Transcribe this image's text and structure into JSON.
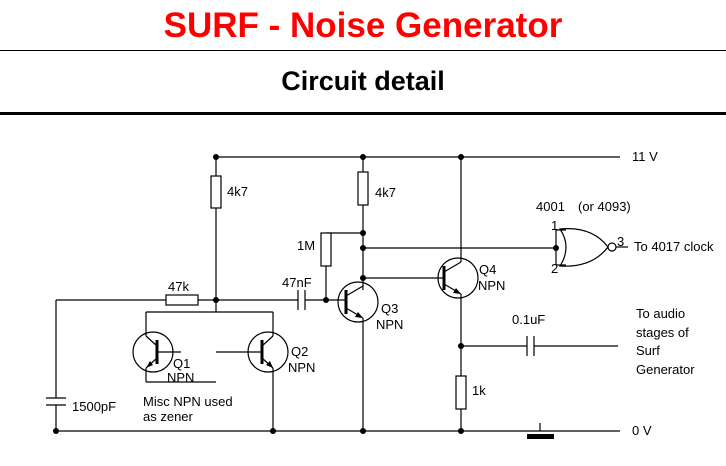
{
  "header": {
    "title": "SURF - Noise Generator",
    "subtitle": "Circuit detail",
    "title_color": "#ff0000"
  },
  "rails": {
    "supply": "11 V",
    "ground": "0 V"
  },
  "components": {
    "r_top_left": "4k7",
    "r_top_mid": "4k7",
    "r_series": "47k",
    "r_feedback": "1M",
    "r_emitter": "1k",
    "c_coupling": "47nF",
    "c_output": "0.1uF",
    "c_filter": "1500pF"
  },
  "transistors": {
    "q1": {
      "name": "Q1",
      "type": "NPN"
    },
    "q2": {
      "name": "Q2",
      "type": "NPN"
    },
    "q3": {
      "name": "Q3",
      "type": "NPN"
    },
    "q4": {
      "name": "Q4",
      "type": "NPN"
    }
  },
  "gate": {
    "chip": "4001",
    "alt": "(or 4093)",
    "pin1": "1",
    "pin2": "2",
    "pin3": "3"
  },
  "notes": {
    "zener_line1": "Misc NPN used",
    "zener_line2": "as zener",
    "clock_out": "To 4017 clock",
    "audio_line1": "To audio",
    "audio_line2": "stages of",
    "audio_line3": "Surf",
    "audio_line4": "Generator"
  }
}
